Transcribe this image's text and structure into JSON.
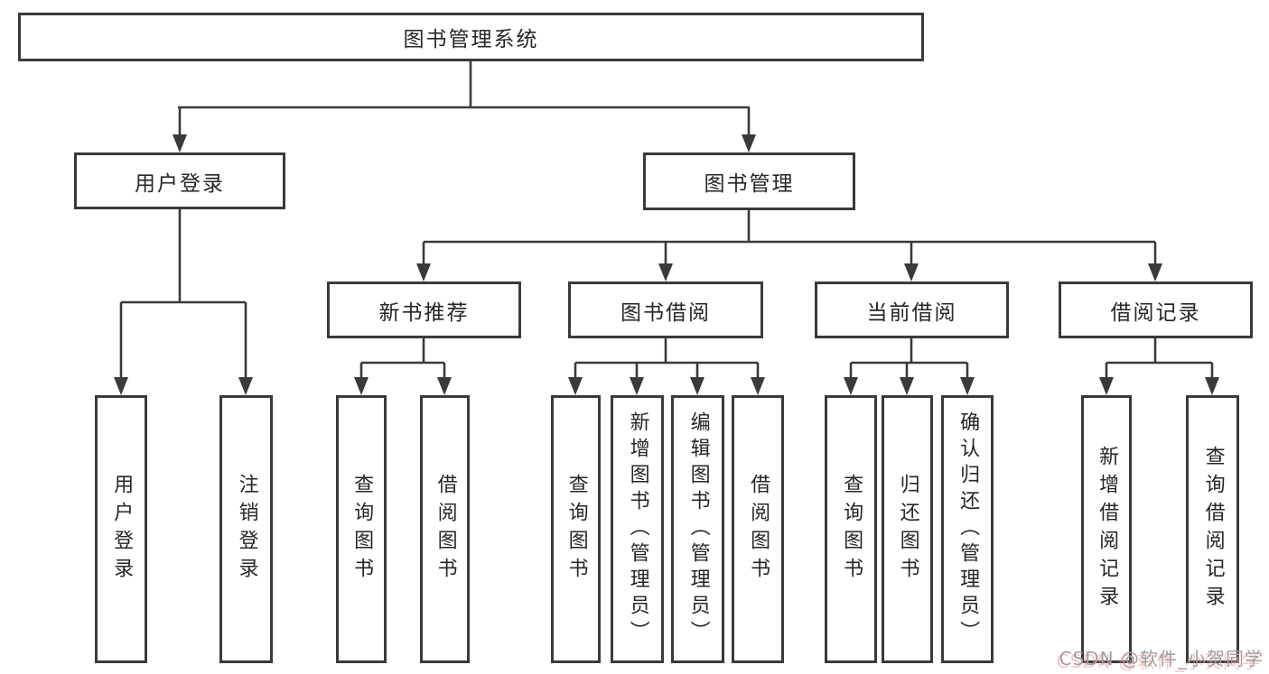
{
  "tree": {
    "label": "图书管理系统",
    "children": [
      {
        "label": "用户登录",
        "children": [
          {
            "label": "用户登录"
          },
          {
            "label": "注销登录"
          }
        ]
      },
      {
        "label": "图书管理",
        "children": [
          {
            "label": "新书推荐",
            "children": [
              {
                "label": "查询图书"
              },
              {
                "label": "借阅图书"
              }
            ]
          },
          {
            "label": "图书借阅",
            "children": [
              {
                "label": "查询图书"
              },
              {
                "label": "新增图书（管理员）"
              },
              {
                "label": "编辑图书（管理员）"
              },
              {
                "label": "借阅图书"
              }
            ]
          },
          {
            "label": "当前借阅",
            "children": [
              {
                "label": "查询图书"
              },
              {
                "label": "归还图书"
              },
              {
                "label": "确认归还（管理员）"
              }
            ]
          },
          {
            "label": "借阅记录",
            "children": [
              {
                "label": "新增借阅记录"
              },
              {
                "label": "查询借阅记录"
              }
            ]
          }
        ]
      }
    ]
  },
  "watermark": {
    "text": "CSDN @软件_小贺同学"
  },
  "colors": {
    "line": "#3a3a3a",
    "text": "#262626",
    "background": "#ffffff",
    "watermark": "#9f9f9f"
  }
}
